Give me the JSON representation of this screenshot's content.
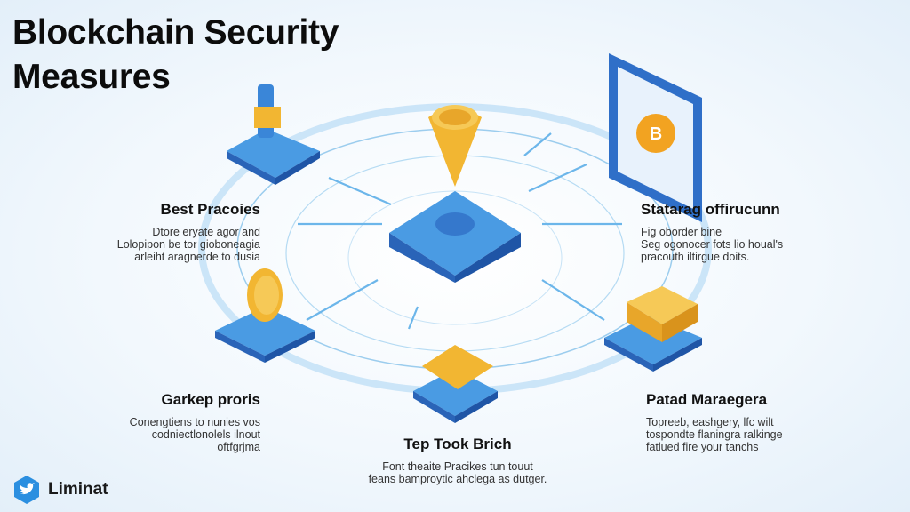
{
  "title": {
    "line1": "Blockchain Security",
    "line2": "Measures"
  },
  "sections": [
    {
      "heading": "Best Pracoies",
      "lines": [
        "Dtore eryate agor and",
        "Lolopipon be tor gioboneagia",
        "arleiht aragnerde to dusia"
      ]
    },
    {
      "heading": "Statarag offirucunn",
      "lines": [
        "Fig oborder bine",
        "Seg ogonocer fots lio houal's",
        "pracouth iltirgue doits."
      ]
    },
    {
      "heading": "Garkep proris",
      "lines": [
        "Conengtiens to nunies vos",
        "codniectlonolels ilnout",
        "oftfgrjma"
      ]
    },
    {
      "heading": "Patad Maraegera",
      "lines": [
        "Topreeb, eashgery, lfc wilt",
        "tospondte flaningra ralkinge",
        "fatlued fire your tanchs"
      ]
    },
    {
      "heading": "Tep Took Brich",
      "lines": [
        "Font theaite Pracikes tun touut",
        "feans bamproytic ahclega as dutger."
      ]
    }
  ],
  "brand": {
    "name": "Liminat",
    "icon": "twitter-bird-hexagon-icon"
  },
  "colors": {
    "blue": "#2f76d2",
    "light_blue": "#5fb0ea",
    "gold": "#f2b632",
    "ring": "#a9d3f2"
  }
}
